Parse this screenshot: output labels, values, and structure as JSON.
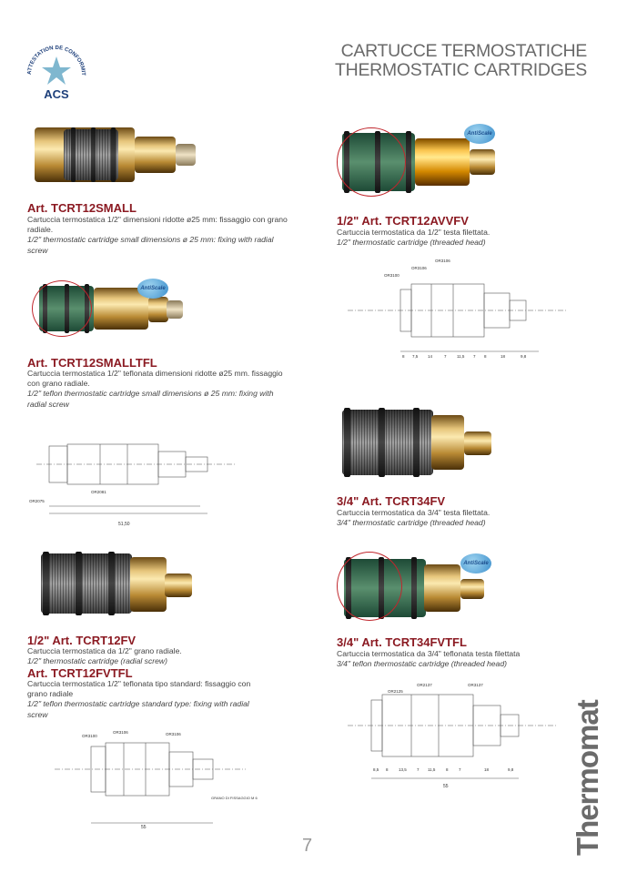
{
  "header": {
    "title_it": "CARTUCCE TERMOSTATICHE",
    "title_en": "THERMOSTATIC CARTRIDGES"
  },
  "certification": {
    "name": "ACS",
    "ring_text": "ATTESTATION DE CONFORMITE SANITAIRE"
  },
  "brand": {
    "logo": "Thermomat"
  },
  "badge": {
    "label": "AntiScale"
  },
  "products": [
    {
      "title": "Art. TCRT12SMALL",
      "desc_it": "Cartuccia termostatica 1/2\" dimensioni ridotte ø25 mm: fissaggio con grano radiale.",
      "desc_en": "1/2\"  thermostatic cartridge small dimensions ø 25 mm: fixing with radial screw"
    },
    {
      "title": "Art. TCRT12SMALLTFL",
      "desc_it": "Cartuccia termostatica 1/2\" teflonata dimensioni ridotte ø25 mm. fissaggio con grano radiale.",
      "desc_en": "1/2\"  teflon thermostatic cartridge small dimensions ø 25 mm: fixing with radial screw"
    },
    {
      "title": "1/2\" Art. TCRT12FV",
      "desc_it": "Cartuccia termostatica da 1/2\" grano radiale.",
      "desc_en": "1/2\" thermostatic cartridge (radial screw)"
    },
    {
      "title": "Art. TCRT12FVTFL",
      "desc_it": "Cartuccia termostatica 1/2\" teflonata tipo standard: fissaggio con grano radiale",
      "desc_en": "1/2\"  teflon thermostatic cartridge standard type: fixing with radial screw"
    },
    {
      "title": "1/2\" Art. TCRT12AVVFV",
      "desc_it": "Cartuccia termostatica da 1/2\" testa filettata.",
      "desc_en": "1/2\" thermostatic cartridge (threaded head)"
    },
    {
      "title": "3/4\" Art. TCRT34FV",
      "desc_it": "Cartuccia termostatica da 3/4\" testa filettata.",
      "desc_en": "3/4\" thermostatic cartridge (threaded head)"
    },
    {
      "title": "3/4\" Art. TCRT34FVTFL",
      "desc_it": "Cartuccia termostatica da 3/4\"  teflonata testa filettata",
      "desc_en": "3/4\" teflon thermostatic cartridge (threaded head)"
    }
  ],
  "drawings": {
    "d1": {
      "total": "51,50",
      "labels": [
        "OR2081",
        "OR2075"
      ]
    },
    "d2": {
      "total": "55",
      "labels": [
        "OR3100",
        "OR3106",
        "OR3106"
      ],
      "note": "GRANO DI FISSAGGIO M 6"
    },
    "d3": {
      "labels": [
        "OR3100",
        "OR3106",
        "OR3106"
      ],
      "dims": [
        "8",
        "7,5",
        "14",
        "7",
        "11,5",
        "7",
        "8",
        "18",
        "9,8"
      ]
    },
    "d4": {
      "total": "55",
      "labels": [
        "OR2125",
        "OR2137",
        "OR3137"
      ],
      "dims": [
        "8,5",
        "8",
        "13,5",
        "7",
        "11,5",
        "8",
        "7",
        "18",
        "9,8"
      ]
    }
  },
  "page_number": "7"
}
